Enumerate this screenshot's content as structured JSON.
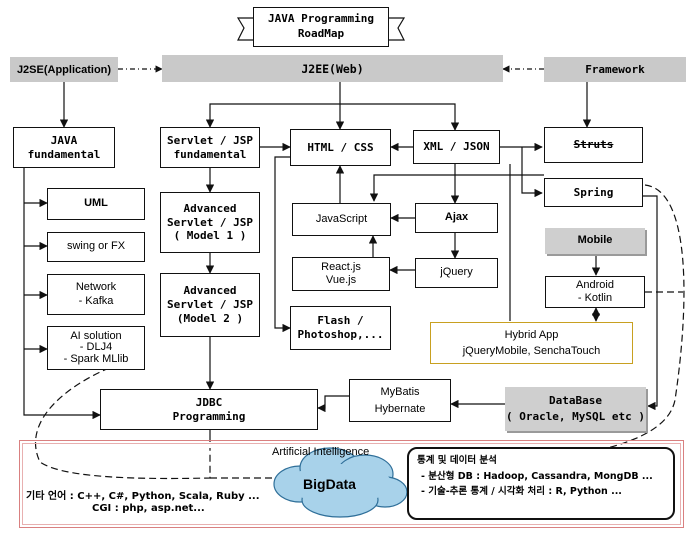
{
  "title_lines": [
    "JAVA Programming",
    "RoadMap"
  ],
  "categories": {
    "j2se": "J2SE(Application)",
    "j2ee": "J2EE(Web)",
    "framework": "Framework"
  },
  "java_fundamental": [
    "JAVA",
    "fundamental"
  ],
  "j2se_items": {
    "uml": "UML",
    "swing": "swing or FX",
    "network": [
      "Network",
      "- Kafka"
    ],
    "ai_solution": [
      "AI solution",
      "- DLJ4",
      "- Spark MLlib"
    ]
  },
  "servlet": {
    "fundamental": [
      "Servlet / JSP",
      "fundamental"
    ],
    "advanced1": [
      "Advanced",
      "Servlet / JSP",
      "( Model 1 )"
    ],
    "advanced2": [
      "Advanced",
      "Servlet / JSP",
      "(Model 2 )"
    ]
  },
  "web": {
    "html_css": "HTML / CSS",
    "xml_json": "XML / JSON",
    "javascript": "JavaScript",
    "ajax": "Ajax",
    "react_vue": [
      "React.js",
      "Vue.js"
    ],
    "jquery": "jQuery",
    "flash": [
      "Flash /",
      "Photoshop,..."
    ]
  },
  "frameworks": {
    "struts": "Struts",
    "spring": "Spring"
  },
  "mobile": {
    "header": "Mobile",
    "android": [
      "Android",
      "- Kotlin"
    ],
    "hybrid": [
      "Hybrid App",
      "jQueryMobile, SenchaTouch"
    ]
  },
  "jdbc": [
    "JDBC",
    "Programming"
  ],
  "orm": [
    "MyBatis",
    "Hybernate"
  ],
  "database": [
    "DataBase",
    "( Oracle, MySQL etc )"
  ],
  "ai": {
    "title": "Artificial Intelligence",
    "bigdata": "BigData",
    "other_langs": "기타 언어 : C++, C#, Python, Scala, Ruby ...",
    "cgi": "CGI : php, asp.net...",
    "stats_title": "통계 및 데이터 분석",
    "stats_db": "- 분산형 DB : Hadoop, Cassandra, MongDB ...",
    "stats_analysis": "- 기술-추론 통계 / 시각화 처리 : R, Python ..."
  }
}
